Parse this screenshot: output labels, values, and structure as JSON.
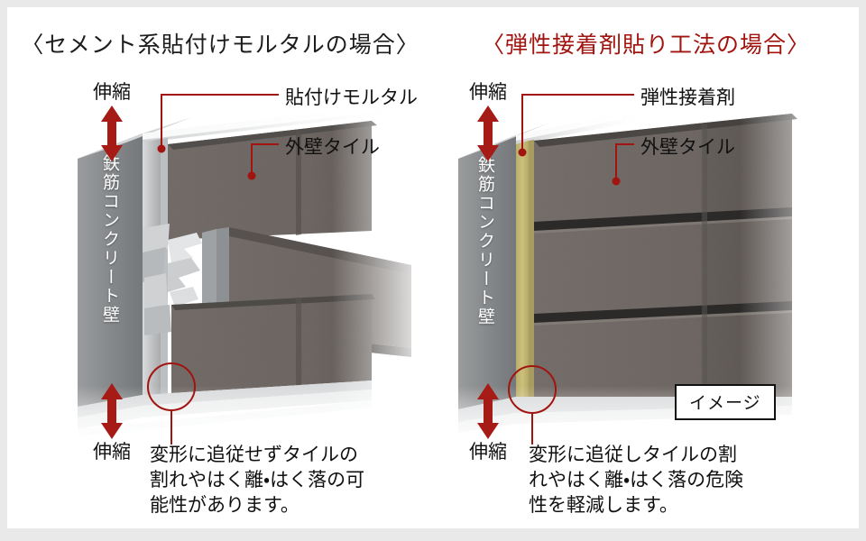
{
  "page": {
    "background": "#e9e9e9",
    "canvas_background": "#ffffff",
    "accent_red": "#a2140f",
    "arrow_red": "#a61b15",
    "tile_color": "#6b6460",
    "concrete_color": "#85888a",
    "adhesive_color": "#c9bd7a"
  },
  "left_panel": {
    "title": "〈セメント系貼付けモルタルの場合〉",
    "stretch_top_label": "伸縮",
    "stretch_bottom_label": "伸縮",
    "wall_label": "鉄筋コンクリート壁",
    "callouts": [
      {
        "id": "mortar",
        "label": "貼付けモルタル"
      },
      {
        "id": "tile",
        "label": "外壁タイル"
      }
    ],
    "caption": "変形に追従せずタイルの割れやはく離・はく落の可能性があります。",
    "caption_lines": [
      "変形に追従せずタイルの",
      "割れやはく離・はく落の可",
      "能性があります。"
    ]
  },
  "right_panel": {
    "title": "〈弾性接着剤貼り工法の場合〉",
    "stretch_top_label": "伸縮",
    "stretch_bottom_label": "伸縮",
    "wall_label": "鉄筋コンクリート壁",
    "callouts": [
      {
        "id": "adhesive",
        "label": "弾性接着剤"
      },
      {
        "id": "tile",
        "label": "外壁タイル"
      }
    ],
    "badge": "イメージ",
    "caption": "変形に追従しタイルの割れやはく離・はく落の危険性を軽減します。",
    "caption_lines": [
      "変形に追従しタイルの割",
      "れやはく離・はく落の危険",
      "性を軽減します。"
    ]
  }
}
